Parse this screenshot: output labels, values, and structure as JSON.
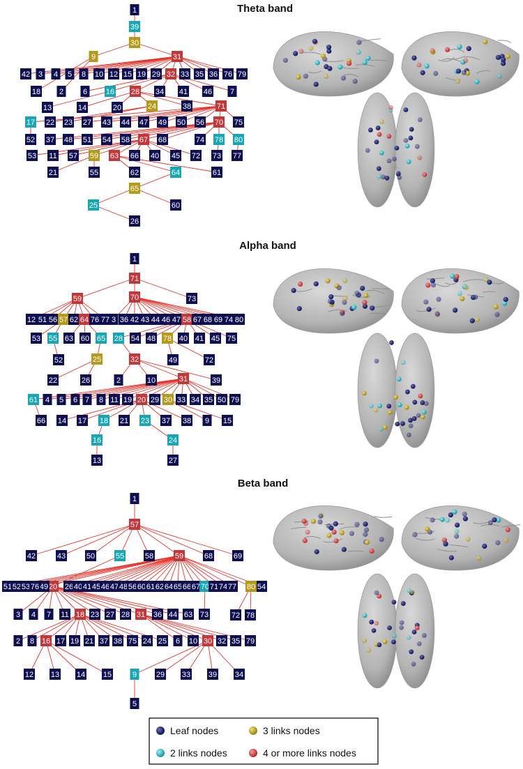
{
  "colors": {
    "leaf": "#0d0f52",
    "two": "#17a7b4",
    "three": "#b39a1a",
    "four": "#c2373a",
    "edge": "#e8342c"
  },
  "legend": {
    "leaf": "Leaf nodes",
    "three": "3 links nodes",
    "two": "2 links nodes",
    "four": "4 or more links nodes"
  },
  "bands": [
    {
      "title": "Theta band",
      "edges": [
        [
          "1",
          "39"
        ],
        [
          "39",
          "30"
        ],
        [
          "30",
          "9"
        ],
        [
          "30",
          "31"
        ],
        [
          "31",
          "42"
        ],
        [
          "31",
          "3"
        ],
        [
          "31",
          "4"
        ],
        [
          "31",
          "5"
        ],
        [
          "31",
          "8"
        ],
        [
          "31",
          "10"
        ],
        [
          "31",
          "12"
        ],
        [
          "31",
          "15"
        ],
        [
          "31",
          "19"
        ],
        [
          "31",
          "29"
        ],
        [
          "31",
          "32"
        ],
        [
          "31",
          "33"
        ],
        [
          "31",
          "35"
        ],
        [
          "31",
          "36"
        ],
        [
          "31",
          "76"
        ],
        [
          "31",
          "79"
        ],
        [
          "9",
          "18"
        ],
        [
          "9",
          "2"
        ],
        [
          "32",
          "6"
        ],
        [
          "32",
          "16"
        ],
        [
          "32",
          "28"
        ],
        [
          "32",
          "34"
        ],
        [
          "32",
          "41"
        ],
        [
          "32",
          "46"
        ],
        [
          "32",
          "7"
        ],
        [
          "16",
          "13"
        ],
        [
          "28",
          "14"
        ],
        [
          "28",
          "20"
        ],
        [
          "28",
          "24"
        ],
        [
          "28",
          "38"
        ],
        [
          "28",
          "71"
        ],
        [
          "24",
          "22"
        ],
        [
          "24",
          "23"
        ],
        [
          "71",
          "17"
        ],
        [
          "71",
          "27"
        ],
        [
          "71",
          "43"
        ],
        [
          "71",
          "44"
        ],
        [
          "71",
          "47"
        ],
        [
          "71",
          "49"
        ],
        [
          "71",
          "50"
        ],
        [
          "71",
          "56"
        ],
        [
          "71",
          "70"
        ],
        [
          "71",
          "75"
        ],
        [
          "17",
          "52"
        ],
        [
          "70",
          "37"
        ],
        [
          "70",
          "48"
        ],
        [
          "70",
          "51"
        ],
        [
          "70",
          "54"
        ],
        [
          "70",
          "58"
        ],
        [
          "70",
          "67"
        ],
        [
          "70",
          "68"
        ],
        [
          "70",
          "74"
        ],
        [
          "70",
          "78"
        ],
        [
          "70",
          "80"
        ],
        [
          "67",
          "53"
        ],
        [
          "67",
          "11"
        ],
        [
          "67",
          "57"
        ],
        [
          "67",
          "59"
        ],
        [
          "67",
          "63"
        ],
        [
          "67",
          "66"
        ],
        [
          "67",
          "40"
        ],
        [
          "67",
          "45"
        ],
        [
          "67",
          "72"
        ],
        [
          "78",
          "73"
        ],
        [
          "80",
          "77"
        ],
        [
          "59",
          "21"
        ],
        [
          "59",
          "55"
        ],
        [
          "63",
          "62"
        ],
        [
          "63",
          "64"
        ],
        [
          "63",
          "61"
        ],
        [
          "64",
          "65"
        ],
        [
          "65",
          "25"
        ],
        [
          "65",
          "60"
        ],
        [
          "25",
          "26"
        ]
      ]
    },
    {
      "title": "Alpha band",
      "edges": [
        [
          "1",
          "71"
        ],
        [
          "71",
          "59"
        ],
        [
          "71",
          "70"
        ],
        [
          "71",
          "73"
        ],
        [
          "59",
          "12"
        ],
        [
          "59",
          "51"
        ],
        [
          "59",
          "56"
        ],
        [
          "59",
          "57"
        ],
        [
          "59",
          "62"
        ],
        [
          "59",
          "64"
        ],
        [
          "59",
          "76"
        ],
        [
          "59",
          "77"
        ],
        [
          "70",
          "3"
        ],
        [
          "70",
          "36"
        ],
        [
          "70",
          "42"
        ],
        [
          "70",
          "43"
        ],
        [
          "70",
          "44"
        ],
        [
          "70",
          "46"
        ],
        [
          "70",
          "47"
        ],
        [
          "70",
          "58"
        ],
        [
          "70",
          "67"
        ],
        [
          "70",
          "68"
        ],
        [
          "70",
          "69"
        ],
        [
          "70",
          "74"
        ],
        [
          "70",
          "80"
        ],
        [
          "57",
          "53"
        ],
        [
          "57",
          "55"
        ],
        [
          "64",
          "63"
        ],
        [
          "64",
          "60"
        ],
        [
          "64",
          "65"
        ],
        [
          "58",
          "28"
        ],
        [
          "58",
          "54"
        ],
        [
          "58",
          "48"
        ],
        [
          "58",
          "78"
        ],
        [
          "58",
          "40"
        ],
        [
          "58",
          "41"
        ],
        [
          "58",
          "45"
        ],
        [
          "58",
          "75"
        ],
        [
          "55",
          "52"
        ],
        [
          "65",
          "25"
        ],
        [
          "78",
          "49"
        ],
        [
          "78",
          "72"
        ],
        [
          "25",
          "22"
        ],
        [
          "25",
          "26"
        ],
        [
          "28",
          "32"
        ],
        [
          "32",
          "2"
        ],
        [
          "32",
          "10"
        ],
        [
          "32",
          "31"
        ],
        [
          "32",
          "39"
        ],
        [
          "31",
          "61"
        ],
        [
          "31",
          "4"
        ],
        [
          "31",
          "5"
        ],
        [
          "31",
          "6"
        ],
        [
          "31",
          "7"
        ],
        [
          "31",
          "8"
        ],
        [
          "31",
          "11"
        ],
        [
          "31",
          "19"
        ],
        [
          "31",
          "20"
        ],
        [
          "31",
          "29"
        ],
        [
          "31",
          "30"
        ],
        [
          "31",
          "33"
        ],
        [
          "31",
          "34"
        ],
        [
          "31",
          "35"
        ],
        [
          "31",
          "50"
        ],
        [
          "31",
          "79"
        ],
        [
          "61",
          "66"
        ],
        [
          "20",
          "14"
        ],
        [
          "20",
          "17"
        ],
        [
          "20",
          "18"
        ],
        [
          "20",
          "21"
        ],
        [
          "20",
          "23"
        ],
        [
          "20",
          "37"
        ],
        [
          "20",
          "38"
        ],
        [
          "30",
          "9"
        ],
        [
          "30",
          "15"
        ],
        [
          "18",
          "16"
        ],
        [
          "16",
          "13"
        ],
        [
          "23",
          "24"
        ],
        [
          "24",
          "27"
        ]
      ]
    },
    {
      "title": "Beta band",
      "edges": [
        [
          "1",
          "57"
        ],
        [
          "57",
          "42"
        ],
        [
          "57",
          "43"
        ],
        [
          "57",
          "50"
        ],
        [
          "57",
          "55"
        ],
        [
          "57",
          "58"
        ],
        [
          "57",
          "59"
        ],
        [
          "57",
          "68"
        ],
        [
          "57",
          "69"
        ],
        [
          "55",
          "20"
        ],
        [
          "59",
          "51"
        ],
        [
          "59",
          "52"
        ],
        [
          "59",
          "53"
        ],
        [
          "59",
          "76"
        ],
        [
          "59",
          "49"
        ],
        [
          "59",
          "26"
        ],
        [
          "59",
          "40"
        ],
        [
          "59",
          "41"
        ],
        [
          "59",
          "45"
        ],
        [
          "59",
          "46"
        ],
        [
          "59",
          "47"
        ],
        [
          "59",
          "48"
        ],
        [
          "59",
          "56"
        ],
        [
          "59",
          "60"
        ],
        [
          "59",
          "61"
        ],
        [
          "59",
          "62"
        ],
        [
          "59",
          "64"
        ],
        [
          "59",
          "65"
        ],
        [
          "59",
          "66"
        ],
        [
          "59",
          "67"
        ],
        [
          "59",
          "70"
        ],
        [
          "59",
          "71"
        ],
        [
          "59",
          "74"
        ],
        [
          "59",
          "77"
        ],
        [
          "59",
          "80"
        ],
        [
          "59",
          "54"
        ],
        [
          "20",
          "3"
        ],
        [
          "20",
          "4"
        ],
        [
          "20",
          "7"
        ],
        [
          "20",
          "11"
        ],
        [
          "20",
          "18"
        ],
        [
          "20",
          "23"
        ],
        [
          "20",
          "27"
        ],
        [
          "20",
          "28"
        ],
        [
          "20",
          "31"
        ],
        [
          "20",
          "36"
        ],
        [
          "20",
          "44"
        ],
        [
          "20",
          "63"
        ],
        [
          "70",
          "73"
        ],
        [
          "80",
          "72"
        ],
        [
          "80",
          "78"
        ],
        [
          "18",
          "2"
        ],
        [
          "18",
          "8"
        ],
        [
          "18",
          "16"
        ],
        [
          "18",
          "17"
        ],
        [
          "18",
          "19"
        ],
        [
          "18",
          "21"
        ],
        [
          "18",
          "37"
        ],
        [
          "18",
          "38"
        ],
        [
          "18",
          "75"
        ],
        [
          "18",
          "24"
        ],
        [
          "18",
          "25"
        ],
        [
          "31",
          "6"
        ],
        [
          "31",
          "10"
        ],
        [
          "31",
          "30"
        ],
        [
          "31",
          "32"
        ],
        [
          "31",
          "35"
        ],
        [
          "31",
          "79"
        ],
        [
          "16",
          "12"
        ],
        [
          "16",
          "13"
        ],
        [
          "16",
          "14"
        ],
        [
          "16",
          "15"
        ],
        [
          "30",
          "9"
        ],
        [
          "30",
          "29"
        ],
        [
          "30",
          "33"
        ],
        [
          "30",
          "39"
        ],
        [
          "30",
          "34"
        ],
        [
          "9",
          "5"
        ]
      ]
    }
  ]
}
